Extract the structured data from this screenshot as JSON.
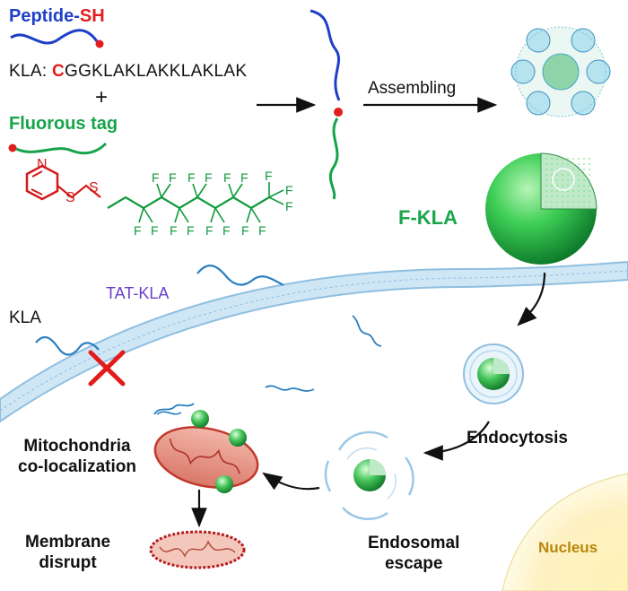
{
  "labels": {
    "peptide_part": "Peptide",
    "peptide_dash": "-",
    "peptide_sh": "SH",
    "kla_seq_prefix": "KLA: ",
    "kla_seq_c": "C",
    "kla_seq_rest": "GGKLAKLAKKLAKLAK",
    "plus": "+",
    "fluorous_tag": "Fluorous tag",
    "assembling": "Assembling",
    "f_kla": "F-KLA",
    "tat_kla": "TAT-KLA",
    "kla": "KLA",
    "endocytosis": "Endocytosis",
    "mito_line1": "Mitochondria",
    "mito_line2": "co-localization",
    "membrane_line1": "Membrane",
    "membrane_line2": "disrupt",
    "endosomal_line1": "Endosomal",
    "endosomal_line2": "escape",
    "nucleus": "Nucleus"
  },
  "atoms": {
    "nitrogen": "N",
    "sulfur": "S",
    "fluorine": "F"
  },
  "colors": {
    "peptide_blue": "#1f3fc8",
    "sh_red": "#e11d1d",
    "fluorous_green": "#17a34a",
    "f_kla_green": "#1aa64a",
    "tat_purple": "#6a3fc8",
    "nucleus_text": "#b8860b",
    "membrane_blue": "#a9cfe8",
    "mito_red": "#c0392b"
  }
}
